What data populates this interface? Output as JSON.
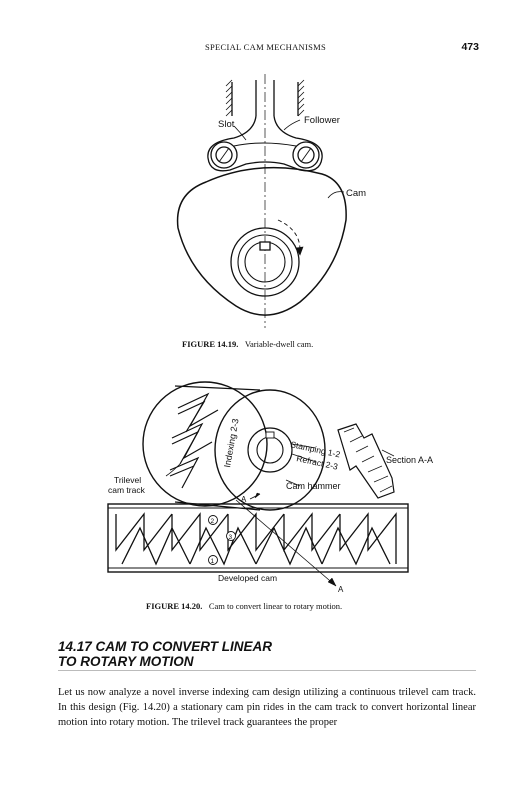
{
  "header": {
    "running_title": "SPECIAL CAM MECHANISMS",
    "page_number": "473"
  },
  "figure_14_19": {
    "labels": {
      "slot": "Slot",
      "follower": "Follower",
      "cam": "Cam"
    },
    "caption_number": "FIGURE 14.19.",
    "caption_text": "Variable-dwell cam."
  },
  "figure_14_20": {
    "labels": {
      "indexing": "Indexing 2-3",
      "stamping": "Stamping 1-2",
      "refract": "Refract 2-3",
      "section": "Section A-A",
      "trilevel_line1": "Trilevel",
      "trilevel_line2": "cam track",
      "cam_hammer": "Cam hammer",
      "a_top": "A",
      "a_bottom": "A",
      "mark_1": "1",
      "mark_2": "2",
      "mark_3": "3",
      "developed": "Developed cam"
    },
    "caption_number": "FIGURE 14.20.",
    "caption_text": "Cam to convert linear to rotary motion."
  },
  "section": {
    "heading_line1": "14.17   CAM TO CONVERT LINEAR",
    "heading_line2": "TO ROTARY MOTION"
  },
  "body": {
    "paragraph": "Let us now analyze a novel inverse indexing cam design utilizing a continuous trilevel cam track. In this design (Fig. 14.20) a stationary cam pin rides in the cam track to convert horizontal linear motion into rotary motion. The trilevel track guarantees the proper"
  }
}
